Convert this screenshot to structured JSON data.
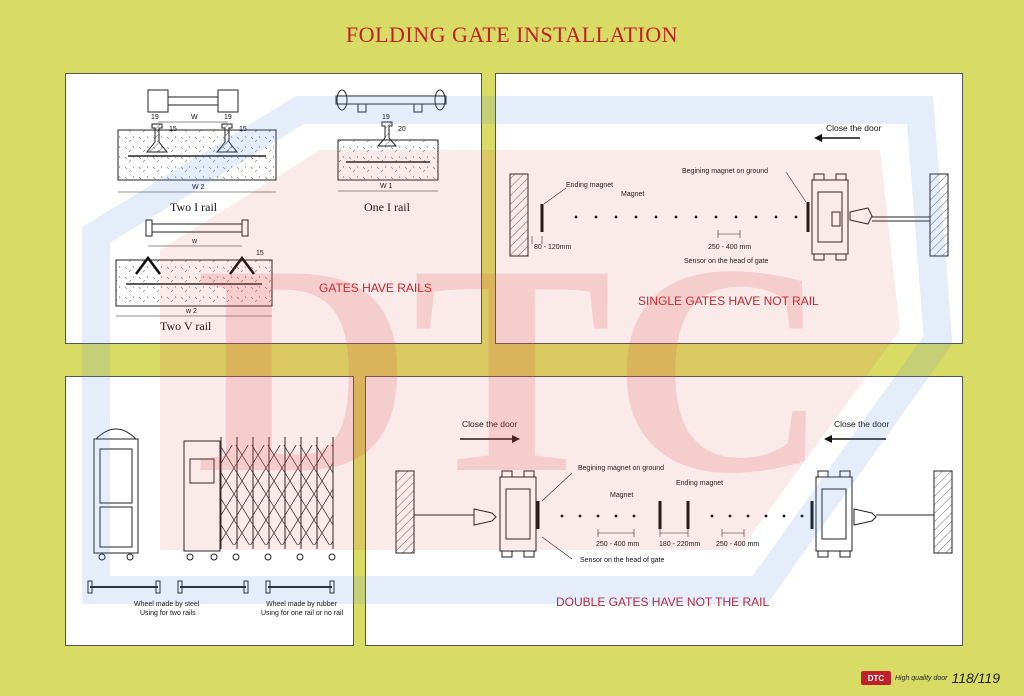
{
  "title": "FOLDING GATE INSTALLATION",
  "watermark_text": "DTC",
  "colors": {
    "background": "#d9dc64",
    "accent_red": "#c0202a",
    "watermark_blue": "#5a8fd8"
  },
  "panel_rails": {
    "caption": "GATES HAVE RAILS",
    "two_i_rail": {
      "label": "Two I rail",
      "dim_w": "W",
      "dim_w2": "W 2",
      "dim_19a": "19",
      "dim_19b": "19",
      "dim_15a": "15",
      "dim_15b": "15"
    },
    "one_i_rail": {
      "label": "One I rail",
      "dim_w1": "W 1",
      "dim_19": "19",
      "dim_20": "20"
    },
    "two_v_rail": {
      "label": "Two V rail",
      "dim_w": "w",
      "dim_w2": "w 2",
      "dim_15": "15"
    }
  },
  "panel_single": {
    "caption": "SINGLE GATES HAVE NOT RAIL",
    "close_door": "Close the door",
    "ending_magnet": "Ending magnet",
    "magnet": "Magnet",
    "begin_magnet": "Begining magnet on ground",
    "dim_80_120": "80 - 120mm",
    "dim_250_400": "250 - 400 mm",
    "sensor": "Sensor on the head of gate"
  },
  "panel_wheels": {
    "steel_line1": "Wheel made by steel",
    "steel_line2": "Using for two rails",
    "rubber_line1": "Wheel made by rubber",
    "rubber_line2": "Using for one rail or no rail"
  },
  "panel_double": {
    "caption": "DOUBLE GATES HAVE NOT THE RAIL",
    "close_left": "Close the door",
    "close_right": "Close the door",
    "begin_magnet": "Begining magnet on ground",
    "magnet": "Magnet",
    "ending_magnet": "Ending magnet",
    "dim_250_400_a": "250 - 400 mm",
    "dim_180_220": "180 - 220mm",
    "dim_250_400_b": "250 - 400 mm",
    "sensor": "Sensor on the head of gate"
  },
  "footer": {
    "logo": "DTC",
    "tagline": "High quality door",
    "page": "118/119"
  }
}
